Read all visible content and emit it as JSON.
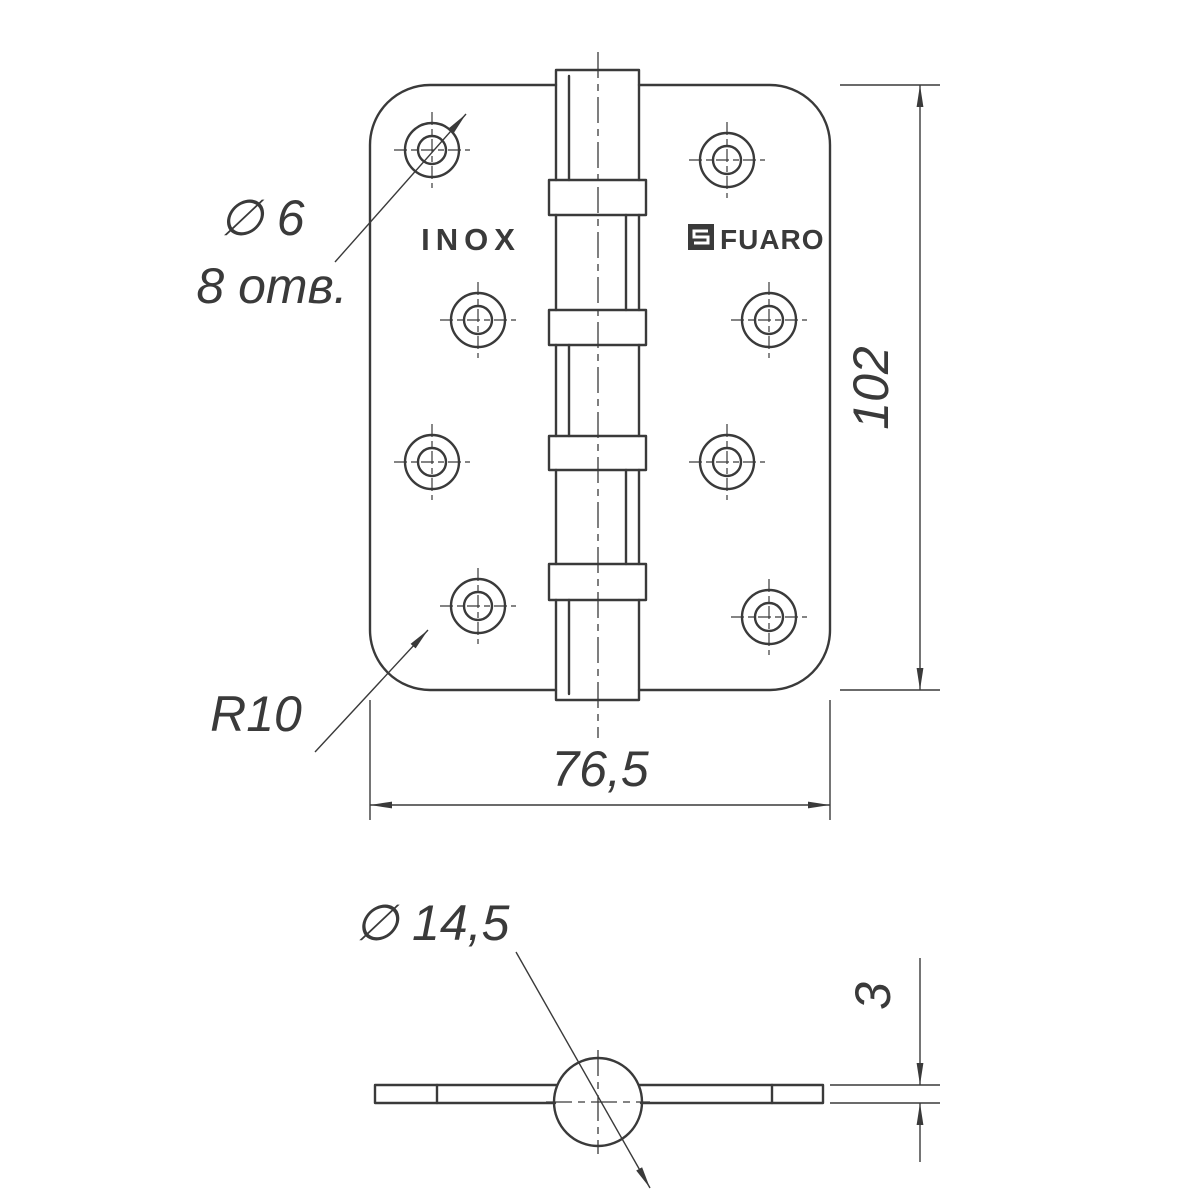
{
  "labels": {
    "brand_left": "INOX",
    "brand_right": "FUARO",
    "hole_diameter": "∅ 6",
    "hole_count": "8 отв.",
    "corner_radius": "R10",
    "plate_height": "102",
    "plate_width": "76,5",
    "barrel_diameter": "∅ 14,5",
    "leaf_thickness": "3"
  },
  "colors": {
    "line": "#3a3a3a",
    "background": "#ffffff"
  }
}
